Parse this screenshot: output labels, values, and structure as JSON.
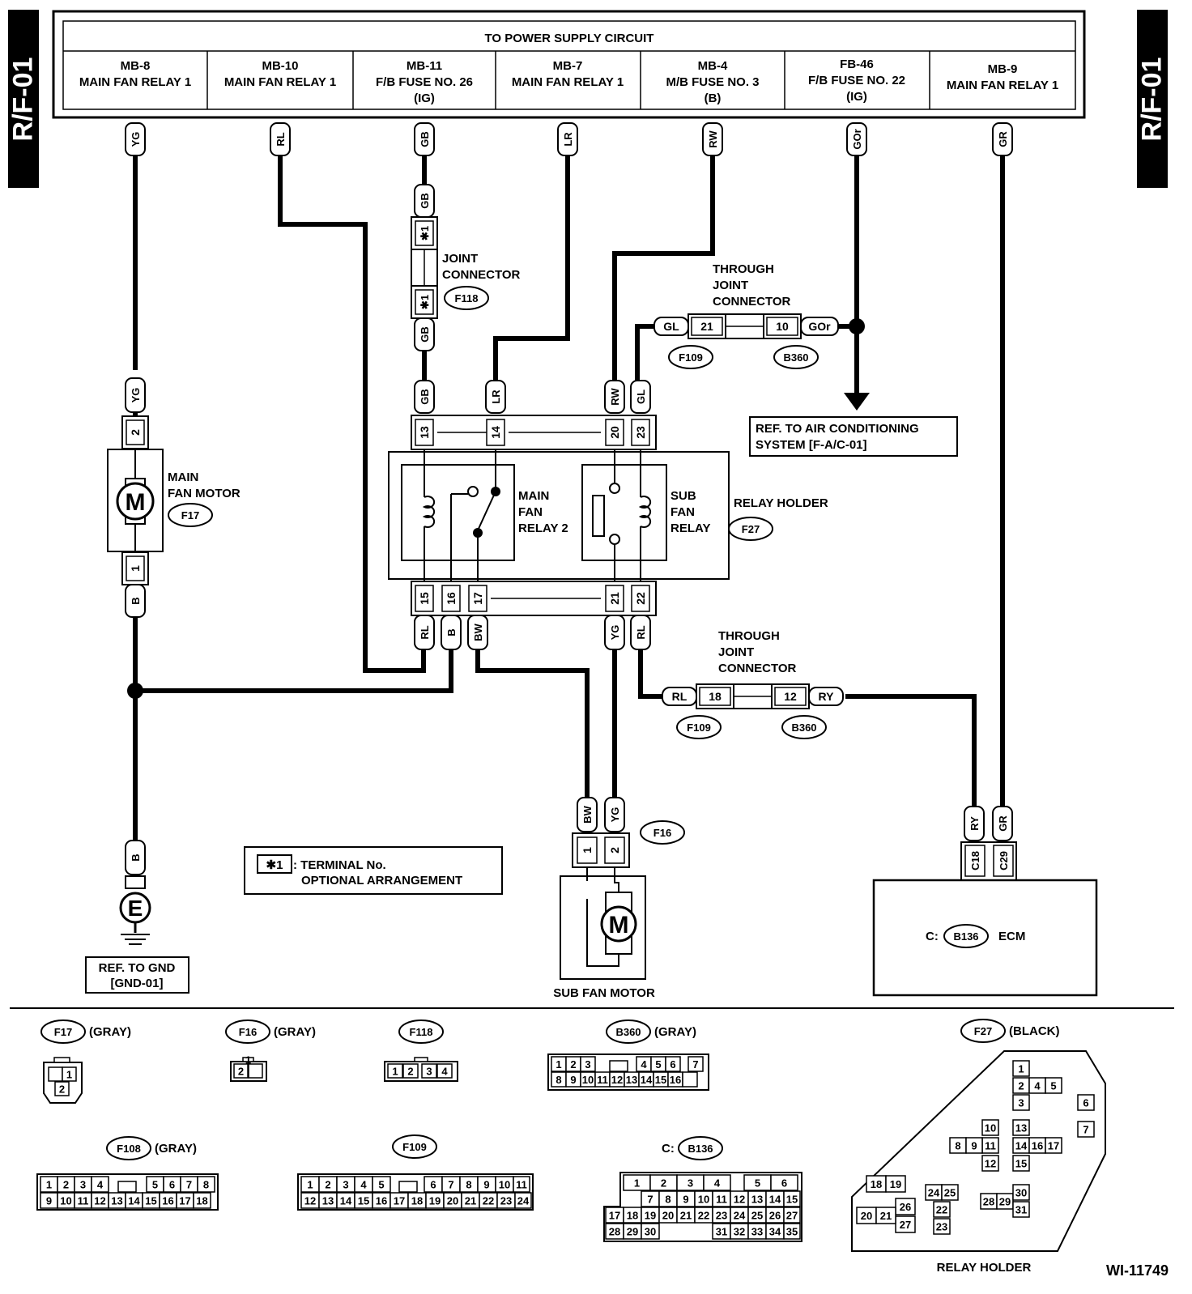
{
  "page_tag": "R/F-01",
  "figure_id": "WI-11749",
  "power_header": "TO POWER SUPPLY CIRCUIT",
  "sources": [
    {
      "l1": "MB-8",
      "l2": "MAIN FAN RELAY 1",
      "l3": ""
    },
    {
      "l1": "MB-10",
      "l2": "MAIN FAN RELAY 1",
      "l3": ""
    },
    {
      "l1": "MB-11",
      "l2": "F/B FUSE NO. 26",
      "l3": "(IG)"
    },
    {
      "l1": "MB-7",
      "l2": "MAIN FAN RELAY 1",
      "l3": ""
    },
    {
      "l1": "MB-4",
      "l2": "M/B FUSE NO. 3",
      "l3": "(B)"
    },
    {
      "l1": "FB-46",
      "l2": "F/B FUSE NO. 22",
      "l3": "(IG)"
    },
    {
      "l1": "MB-9",
      "l2": "MAIN FAN RELAY 1",
      "l3": ""
    }
  ],
  "wire_colors": {
    "yg": "YG",
    "rl": "RL",
    "gb": "GB",
    "lr": "LR",
    "rw": "RW",
    "gor": "GOr",
    "gr": "GR",
    "gl": "GL",
    "b": "B",
    "bw": "BW",
    "ry": "RY"
  },
  "pins": {
    "p1": "1",
    "p2": "2",
    "p10": "10",
    "p12": "12",
    "p13": "13",
    "p14": "14",
    "p15": "15",
    "p16": "16",
    "p17": "17",
    "p18": "18",
    "p20": "20",
    "p21": "21",
    "p22": "22",
    "p23": "23",
    "star1": "✱1",
    "c18": "C18",
    "c29": "C29"
  },
  "labels": {
    "joint_connector": [
      "JOINT",
      "CONNECTOR"
    ],
    "through_joint": [
      "THROUGH",
      "JOINT",
      "CONNECTOR"
    ],
    "main_fan_motor": [
      "MAIN",
      "FAN MOTOR"
    ],
    "main_fan_relay2": [
      "MAIN",
      "FAN",
      "RELAY 2"
    ],
    "sub_fan_relay": [
      "SUB",
      "FAN",
      "RELAY"
    ],
    "relay_holder": "RELAY HOLDER",
    "ref_ac": [
      "REF. TO AIR CONDITIONING",
      "SYSTEM [F-A/C-01]"
    ],
    "ref_gnd": [
      "REF. TO GND",
      "[GND-01]"
    ],
    "terminal_note_key": "✱1",
    "terminal_note": [
      ": TERMINAL No.",
      "OPTIONAL ARRANGEMENT"
    ],
    "sub_fan_motor": "SUB FAN MOTOR",
    "ecm_prefix": "C:",
    "ecm": "ECM",
    "motor_symbol": "M",
    "ground_symbol": "E",
    "relay_holder_bottom": "RELAY HOLDER"
  },
  "connectors": {
    "F17": "F17",
    "F16": "F16",
    "F118": "F118",
    "F109": "F109",
    "B360": "B360",
    "F27": "F27",
    "B136": "B136",
    "F108": "F108"
  },
  "connector_views": {
    "f17": {
      "id": "F17",
      "color": "(GRAY)"
    },
    "f16": {
      "id": "F16",
      "color": "(GRAY)"
    },
    "f118": {
      "id": "F118",
      "color": ""
    },
    "b360": {
      "id": "B360",
      "color": "(GRAY)"
    },
    "f27": {
      "id": "F27",
      "color": "(BLACK)"
    },
    "f108": {
      "id": "F108",
      "color": "(GRAY)"
    },
    "f109": {
      "id": "F109",
      "color": ""
    },
    "b136": {
      "id": "B136",
      "color": "",
      "prefix": "C:"
    }
  }
}
